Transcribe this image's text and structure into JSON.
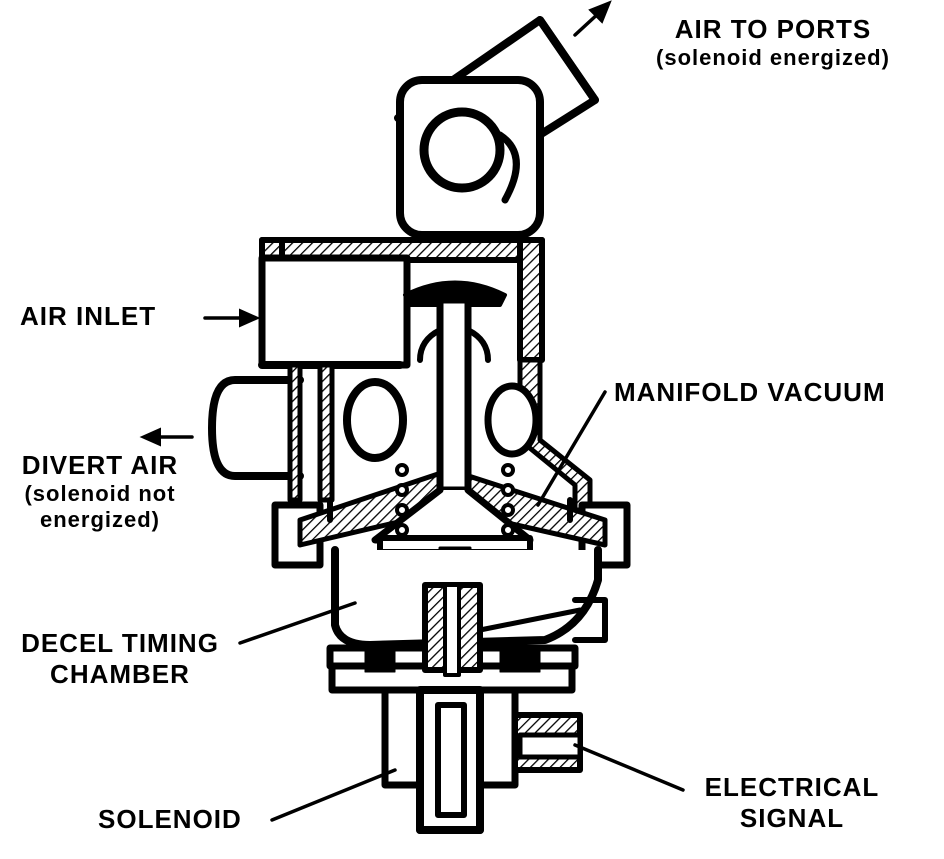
{
  "labels": {
    "air_to_ports": {
      "line1": "AIR TO PORTS",
      "line2": "(solenoid energized)"
    },
    "air_inlet": "AIR INLET",
    "manifold_vacuum": "MANIFOLD VACUUM",
    "divert_air": {
      "line1": "DIVERT AIR",
      "line2": "(solenoid not",
      "line3": "energized)"
    },
    "decel_timing_chamber": {
      "line1": "DECEL TIMING",
      "line2": "CHAMBER"
    },
    "solenoid": "SOLENOID",
    "electrical_signal": {
      "line1": "ELECTRICAL",
      "line2": "SIGNAL"
    }
  }
}
